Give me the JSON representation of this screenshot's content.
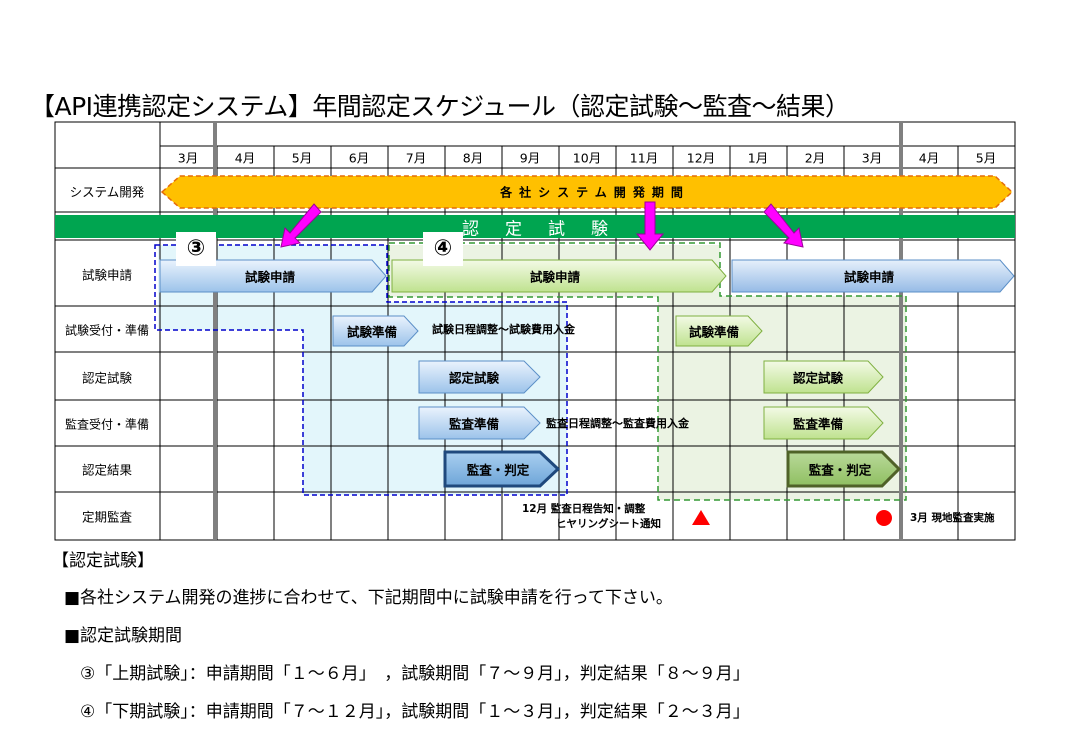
{
  "title": "【API連携認定システム】年間認定スケジュール（認定試験～監査～結果）",
  "months": [
    "3月",
    "4月",
    "5月",
    "6月",
    "7月",
    "8月",
    "9月",
    "10月",
    "11月",
    "12月",
    "1月",
    "2月",
    "3月",
    "4月",
    "5月"
  ],
  "rows": [
    "システム開発",
    "試験申請",
    "試験受付・準備",
    "認定試験",
    "監査受付・準備",
    "認定結果",
    "定期監査"
  ],
  "dev_period": "各社システム開発期間",
  "exam_band": "認定試験",
  "circled": {
    "first": "③",
    "second": "④"
  },
  "bars": {
    "apply_first": "試験申請",
    "apply_second": "試験申請",
    "apply_third": "試験申請",
    "prep1": "試験準備",
    "prep2": "試験準備",
    "exam1": "認定試験",
    "exam2": "認定試験",
    "audit_prep1": "監査準備",
    "audit_prep2": "監査準備",
    "result1": "監査・判定",
    "result2": "監査・判定"
  },
  "annotations": {
    "exam_adjust": "試験日程調整～試験費用入金",
    "audit_adjust": "監査日程調整～監査費用入金",
    "dec_notice_1": "12月  監査日程告知・調整",
    "dec_notice_2": "ヒヤリングシート通知",
    "march_audit": "3月  現地監査実施"
  },
  "notes": {
    "heading": "【認定試験】",
    "line1": "■各社システム開発の進捗に合わせて、下記期間中に試験申請を行って下さい。",
    "line2": "■認定試験期間",
    "line3": "③「上期試験」：申請期間「１～６月」　，試験期間「７～９月」，判定結果「８～９月」",
    "line4": "④「下期試験」：申請期間「７～１２月」，試験期間「１～３月」，判定結果「２～３月」"
  },
  "colors": {
    "dev_bar": "#ffc000",
    "exam_band": "#00a550",
    "pink_arrow": "#ff00ff",
    "red_marker": "#ff0000"
  }
}
